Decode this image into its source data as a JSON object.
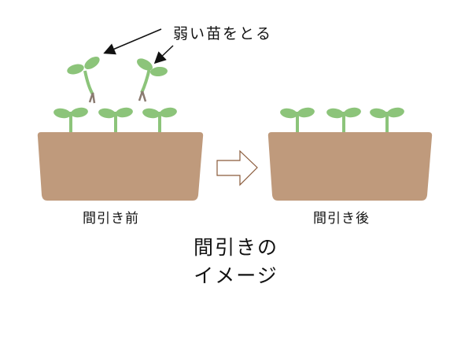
{
  "callout": "弱い苗をとる",
  "before_label": "間引き前",
  "after_label": "間引き後",
  "title_line1": "間引きの",
  "title_line2": "イメージ",
  "colors": {
    "soil": "#bf9a7c",
    "leaf": "#8cc47a",
    "root": "#8a7a70",
    "arrow_outline": "#8a5a3a"
  }
}
